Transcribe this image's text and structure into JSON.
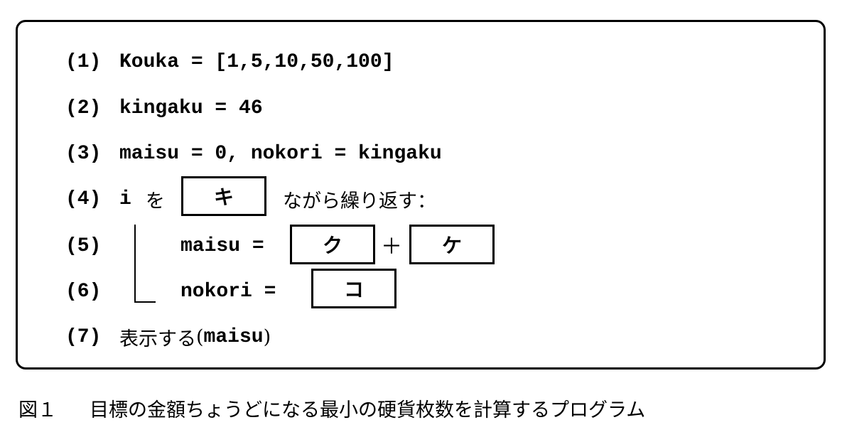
{
  "program": {
    "line1": {
      "num": "(1)",
      "code": "Kouka = [1,5,10,50,100]"
    },
    "line2": {
      "num": "(2)",
      "code": "kingaku = 46"
    },
    "line3": {
      "num": "(3)",
      "code": "maisu = 0, nokori = kingaku"
    },
    "line4": {
      "num": "(4)",
      "var": "i",
      "particle": "を",
      "blank": "キ",
      "rest": "ながら繰り返す："
    },
    "line5": {
      "num": "(5)",
      "code": "maisu =",
      "blank1": "ク",
      "plus": "＋",
      "blank2": "ケ"
    },
    "line6": {
      "num": "(6)",
      "code": "nokori =",
      "blank": "コ"
    },
    "line7": {
      "num": "(7)",
      "text": "表示する",
      "open": "(",
      "arg": "maisu",
      "close": ")"
    }
  },
  "caption": {
    "label": "図１",
    "text": "目標の金額ちょうどになる最小の硬貨枚数を計算するプログラム"
  }
}
